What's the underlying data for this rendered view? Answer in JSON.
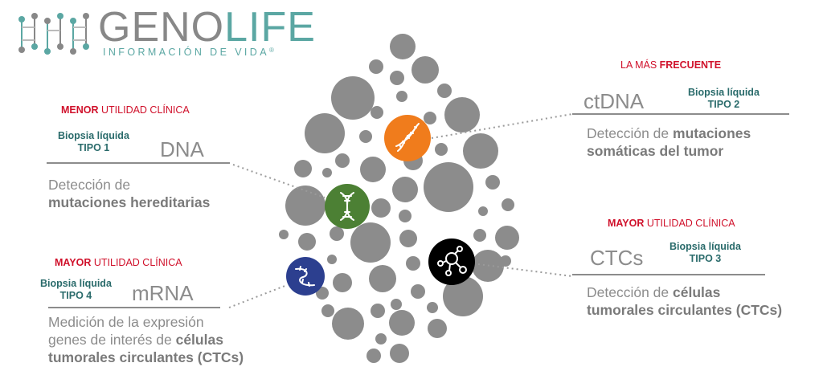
{
  "logo": {
    "name_part1": "GENO",
    "name_part2": "LIFE",
    "tagline": "INFORMACIÓN DE VIDA",
    "reg_mark": "®",
    "colors": {
      "gray": "#888888",
      "teal": "#5ba7a3"
    }
  },
  "drop": {
    "bubble_color": "#8c8c8c",
    "icons": [
      {
        "name": "dna-helix-icon",
        "label": "ctDNA",
        "color": "#f07c1c"
      },
      {
        "name": "dna-helix-icon",
        "label": "DNA",
        "color": "#4c8034"
      },
      {
        "name": "molecule-icon",
        "label": "CTCs",
        "color": "#000000"
      },
      {
        "name": "rna-strand-icon",
        "label": "mRNA",
        "color": "#2c3f8f"
      }
    ]
  },
  "panels": {
    "dna": {
      "caption_strong": "MENOR",
      "caption_rest": " UTILIDAD CLÍNICA",
      "type_line1": "Biopsia líquida",
      "type_line2": "TIPO 1",
      "code": "DNA",
      "desc_line1": "Detección de",
      "desc_line2": "mutaciones hereditarias"
    },
    "ctdna": {
      "caption_rest": "LA MÁS ",
      "caption_strong": "FRECUENTE",
      "type_line1": "Biopsia líquida",
      "type_line2": "TIPO 2",
      "code": "ctDNA",
      "desc_line1_pre": "Detección de ",
      "desc_line1_bold": "mutaciones",
      "desc_line2": "somáticas del tumor"
    },
    "mrna": {
      "caption_strong": "MAYOR",
      "caption_rest": " UTILIDAD CLÍNICA",
      "type_line1": "Biopsia líquida",
      "type_line2": "TIPO 4",
      "code": "mRNA",
      "desc_line1": "Medición de la expresión",
      "desc_line2_pre": "genes de interés de ",
      "desc_line2_bold": "células",
      "desc_line3": "tumorales circulantes (CTCs)"
    },
    "ctcs": {
      "caption_strong": "MAYOR",
      "caption_rest": " UTILIDAD CLÍNICA",
      "type_line1": "Biopsia líquida",
      "type_line2": "TIPO 3",
      "code": "CTCs",
      "desc_line1_pre": "Detección de ",
      "desc_line1_bold": "células",
      "desc_line2": "tumorales circulantes (CTCs)"
    }
  }
}
